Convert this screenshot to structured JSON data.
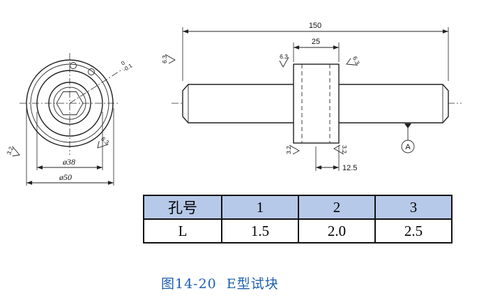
{
  "drawing": {
    "dims": {
      "len150": "150",
      "len25": "25",
      "len12_5": "12.5",
      "dia38": "ø38",
      "dia50": "ø50",
      "tol_top": "0",
      "tol_bottom": "-0.1"
    },
    "roughness": {
      "r63": "6.3",
      "r32": "3.2"
    },
    "datum": "A"
  },
  "table": {
    "header": [
      "孔号",
      "1",
      "2",
      "3"
    ],
    "row": [
      "L",
      "1.5",
      "2.0",
      "2.5"
    ]
  },
  "caption": "图14-20  E型试块",
  "colors": {
    "line": "#1f1f1f",
    "table_header_bg": "#b7c9e8",
    "caption": "#1d5fae"
  }
}
